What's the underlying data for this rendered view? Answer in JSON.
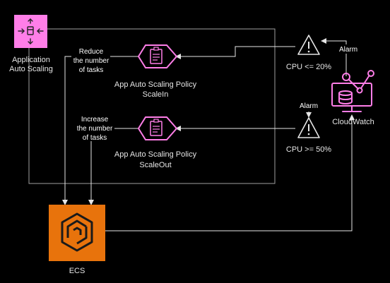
{
  "nodes": {
    "app_auto_scaling": {
      "label_line1": "Application",
      "label_line2": "Auto Scaling",
      "icon": "application-auto-scaling-icon",
      "color": "#ff7ee8"
    },
    "policy_scalein": {
      "label_line1": "App Auto Scaling Policy",
      "label_line2": "ScaleIn",
      "icon": "scaling-policy-icon",
      "color": "#ff7ee8"
    },
    "policy_scaleout": {
      "label_line1": "App Auto Scaling Policy",
      "label_line2": "ScaleOut",
      "icon": "scaling-policy-icon",
      "color": "#ff7ee8"
    },
    "alarm_low": {
      "label": "CPU <= 20%",
      "icon": "warning-icon"
    },
    "alarm_high": {
      "label": "CPU >= 50%",
      "icon": "warning-icon"
    },
    "cloudwatch": {
      "label": "CloudWatch",
      "icon": "cloudwatch-icon",
      "color": "#ff7ee8"
    },
    "ecs": {
      "label": "ECS",
      "icon": "ecs-icon",
      "color": "#e8730c"
    }
  },
  "edges": {
    "alarm_top": "Alarm",
    "alarm_mid": "Alarm",
    "reduce": {
      "line1": "Reduce",
      "line2": "the number",
      "line3": "of tasks"
    },
    "increase": {
      "line1": "Increase",
      "line2": "the number",
      "line3": "of tasks"
    }
  },
  "colors": {
    "background": "#000000",
    "line": "#e6e6e6",
    "accent_pink": "#ff7ee8",
    "ecs_orange": "#e8730c"
  }
}
